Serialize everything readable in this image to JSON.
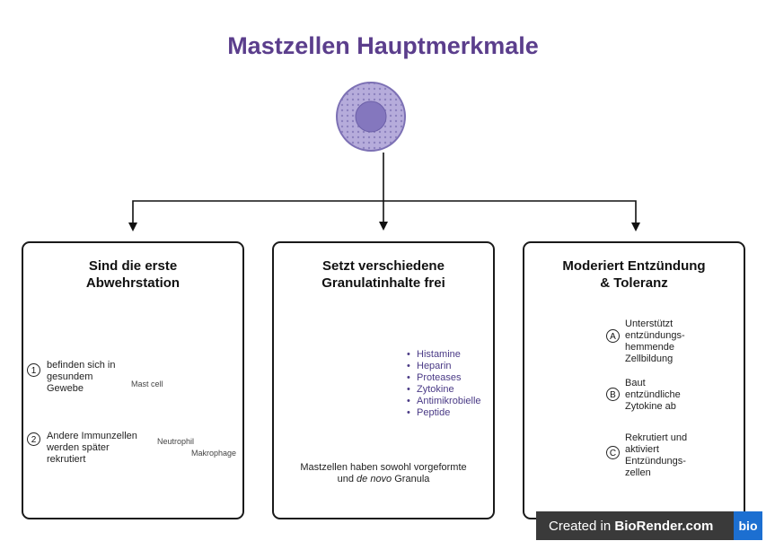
{
  "title": "Mastzellen Hauptmerkmale",
  "panels": [
    {
      "title_line1": "Sind die erste",
      "title_line2": "Abwehrstation",
      "item1_num": "1",
      "item1_line1": "befinden sich in",
      "item1_line2": "gesundem",
      "item1_line3": "Gewebe",
      "item2_num": "2",
      "item2_line1": "Andere Immunzellen",
      "item2_line2": "werden später",
      "item2_line3": "rekrutiert",
      "mast_label": "Mast cell",
      "neutrophil_label": "Neutrophil",
      "macrophage_label": "Makrophage"
    },
    {
      "title_line1": "Setzt verschiedene",
      "title_line2": "Granulatinhalte frei",
      "contents": [
        "Histamine",
        "Heparin",
        "Proteases",
        "Zytokine",
        "Antimikrobielle",
        "Peptide"
      ],
      "caption_line1": "Mastzellen haben sowohl vorgeformte",
      "caption_pre": "und ",
      "caption_italic": "de novo",
      "caption_post": " Granula"
    },
    {
      "title_line1": "Moderiert Entzündung",
      "title_line2": "& Toleranz",
      "a_letter": "A",
      "a_line1": "Unterstützt",
      "a_line2": "entzündungs-",
      "a_line3": "hemmende",
      "a_line4": "Zellbildung",
      "b_letter": "B",
      "b_line1": "Baut",
      "b_line2": "entzündliche",
      "b_line3": "Zytokine ab",
      "c_letter": "C",
      "c_line1": "Rekrutiert und",
      "c_line2": "aktiviert",
      "c_line3": "Entzündungs-",
      "c_line4": "zellen"
    }
  ],
  "footer": {
    "prefix": "Created in ",
    "brand": "BioRender.com",
    "logo": "bio"
  },
  "colors": {
    "title": "#5b3e8c",
    "cell_fill": "#b6acdb",
    "nucleus": "#8477be",
    "list_text": "#4a3a86"
  }
}
